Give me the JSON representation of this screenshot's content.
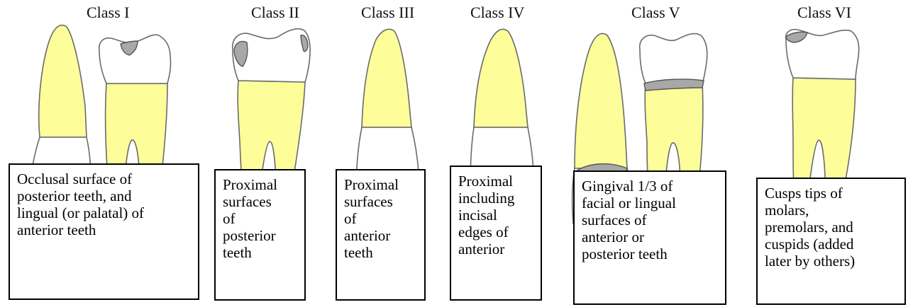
{
  "figure": {
    "colors": {
      "root": "#fdfd9a",
      "crown": "#ffffff",
      "lesion": "#a8a8a8",
      "outline": "#6b6b6b"
    },
    "classes": [
      {
        "title": "Class I",
        "description": [
          "Occlusal surface of",
          "posterior teeth, and",
          "lingual (or palatal) of",
          "anterior teeth"
        ]
      },
      {
        "title": "Class II",
        "description": [
          "Proximal",
          "surfaces",
          "of",
          "posterior",
          "teeth"
        ]
      },
      {
        "title": "Class III",
        "description": [
          "Proximal",
          "surfaces",
          "of",
          "anterior",
          "teeth"
        ]
      },
      {
        "title": "Class IV",
        "description": [
          "Proximal",
          "including",
          "incisal",
          "edges of",
          "anterior"
        ]
      },
      {
        "title": "Class V",
        "description": [
          "Gingival 1/3 of",
          "facial or lingual",
          "surfaces of",
          "anterior or",
          "posterior teeth"
        ]
      },
      {
        "title": "Class VI",
        "description": [
          "Cusps tips of",
          "molars,",
          "premolars, and",
          "cuspids (added",
          "later by others)"
        ]
      }
    ]
  }
}
